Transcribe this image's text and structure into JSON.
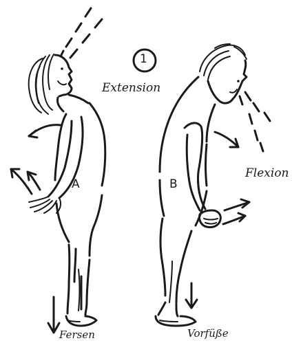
{
  "diagram": {
    "number": "1",
    "labels": {
      "extension": "Extension",
      "flexion": "Flexion",
      "figure_a": "A",
      "figure_b": "B",
      "fersen": "Fersen",
      "vorfuesse": "Vorfüße"
    }
  }
}
